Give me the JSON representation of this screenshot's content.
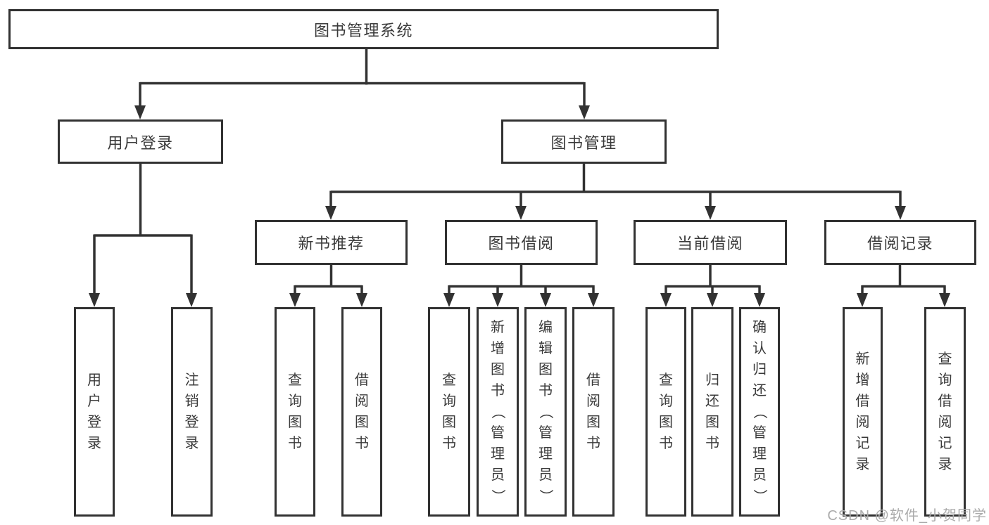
{
  "tree": {
    "root": {
      "label": "图书管理系统"
    },
    "branches": [
      {
        "label": "用户登录",
        "children": [
          {
            "label": "用户登录"
          },
          {
            "label": "注销登录"
          }
        ]
      },
      {
        "label": "图书管理",
        "children": [
          {
            "label": "新书推荐",
            "children": [
              {
                "label": "查询图书"
              },
              {
                "label": "借阅图书"
              }
            ]
          },
          {
            "label": "图书借阅",
            "children": [
              {
                "label": "查询图书"
              },
              {
                "label": "新增图书（管理员）"
              },
              {
                "label": "编辑图书（管理员）"
              },
              {
                "label": "借阅图书"
              }
            ]
          },
          {
            "label": "当前借阅",
            "children": [
              {
                "label": "查询图书"
              },
              {
                "label": "归还图书"
              },
              {
                "label": "确认归还（管理员）"
              }
            ]
          },
          {
            "label": "借阅记录",
            "children": [
              {
                "label": "新增借阅记录"
              },
              {
                "label": "查询借阅记录"
              }
            ]
          }
        ]
      }
    ]
  },
  "watermark": {
    "text": "CSDN @软件_小贺同学"
  },
  "colors": {
    "line": "#323232",
    "text": "#3a3a3a",
    "background": "#ffffff",
    "watermark": "#ababab"
  }
}
